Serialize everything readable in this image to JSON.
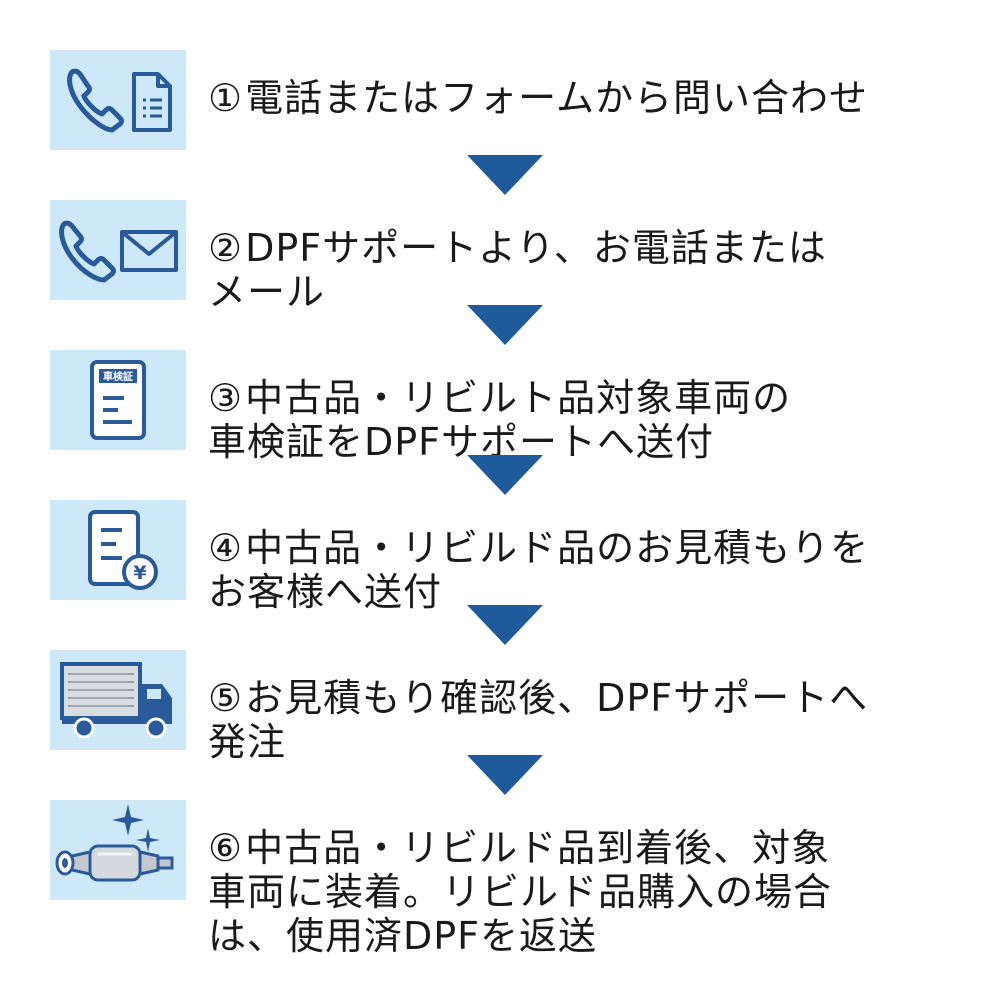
{
  "colors": {
    "icon_bg": "#cde8f8",
    "icon_stroke": "#2b5a9a",
    "arrow": "#1f5b9b",
    "text": "#1a1a1a"
  },
  "steps": [
    {
      "num": "①",
      "text": "電話またはフォームから問い合わせ",
      "icon": "phone-and-form-icon"
    },
    {
      "num": "②",
      "text": "DPFサポートより、お電話または\nメール",
      "icon": "phone-and-mail-icon"
    },
    {
      "num": "③",
      "text": "中古品・リビルト品対象車両の\n車検証をDPFサポートへ送付",
      "icon": "vehicle-inspection-certificate-icon",
      "icon_label": "車検証"
    },
    {
      "num": "④",
      "text": "中古品・リビルド品のお見積もりを\nお客様へ送付",
      "icon": "yen-estimate-document-icon",
      "icon_label": "¥"
    },
    {
      "num": "⑤",
      "text": "お見積もり確認後、DPFサポートへ\n発注",
      "icon": "delivery-truck-icon"
    },
    {
      "num": "⑥",
      "text": "中古品・リビルド品到着後、対象\n車両に装着。リビルド品購入の場合\nは、使用済DPFを返送",
      "icon": "dpf-filter-sparkle-icon"
    }
  ]
}
